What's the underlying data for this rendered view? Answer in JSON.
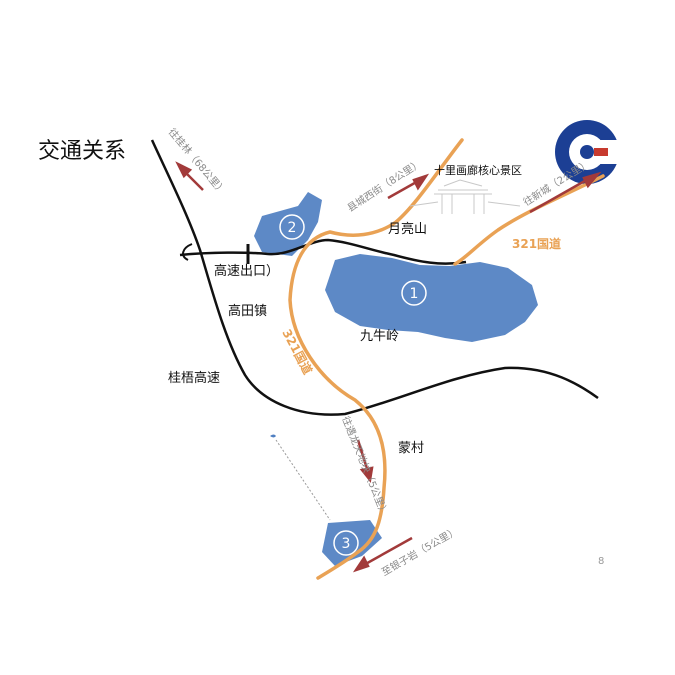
{
  "title": "交通关系",
  "page_number": "8",
  "colors": {
    "area_fill": "#4f7fc1",
    "road": "#111111",
    "national_road": "#e9a255",
    "arrow": "#a23a3a",
    "label_gray": "#8a8a8a"
  },
  "places": {
    "gaosu_chukou": "高速出口）",
    "gaotian_zhen": "高田镇",
    "yueliang_shan": "月亮山",
    "jiuniu_ling": "九牛岭",
    "guiwu_gaosu": "桂梧高速",
    "meng_cun": "蒙村",
    "shili_jingqu": "十里画廊核心景区"
  },
  "routes": {
    "national_321_east": "321国道",
    "national_321_south": "321国道"
  },
  "directions": {
    "guilin": "往桂林（68公里）",
    "xiancheng_xijie": "县城西街（8公里）",
    "xindong": "往新城（2公里）",
    "jinbao": "往遇龙天地块（5公里）",
    "yinziyan": "至银子岩（5公里）"
  },
  "areas": [
    {
      "id": "1",
      "label": "1"
    },
    {
      "id": "2",
      "label": "2"
    },
    {
      "id": "3",
      "label": "3"
    }
  ],
  "logo": {
    "icon": "company-logo-icon"
  }
}
